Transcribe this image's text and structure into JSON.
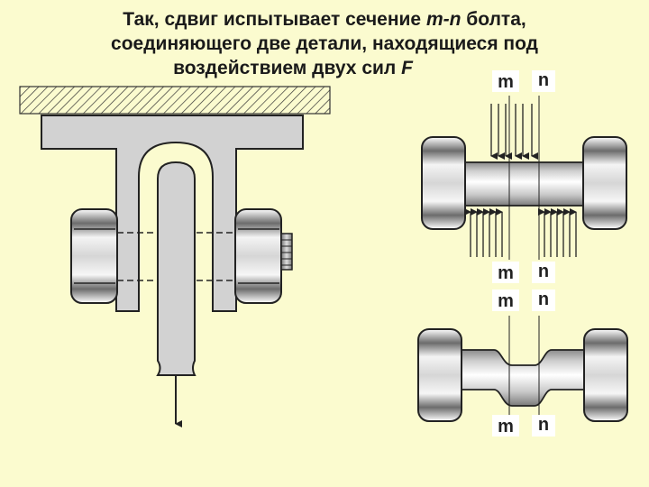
{
  "title": {
    "line1_pre": "Так, сдвиг испытывает сечение ",
    "line1_var": "m-n",
    "line1_post": " болта,",
    "line2": "соединяющего две детали, находящиеся под",
    "line3_pre": "воздействием двух сил ",
    "line3_var": "F"
  },
  "section_labels": {
    "m": "m",
    "n": "n"
  },
  "colors": {
    "background": "#fbfbcf",
    "part_fill": "#d2d2d2",
    "stroke": "#222222"
  }
}
